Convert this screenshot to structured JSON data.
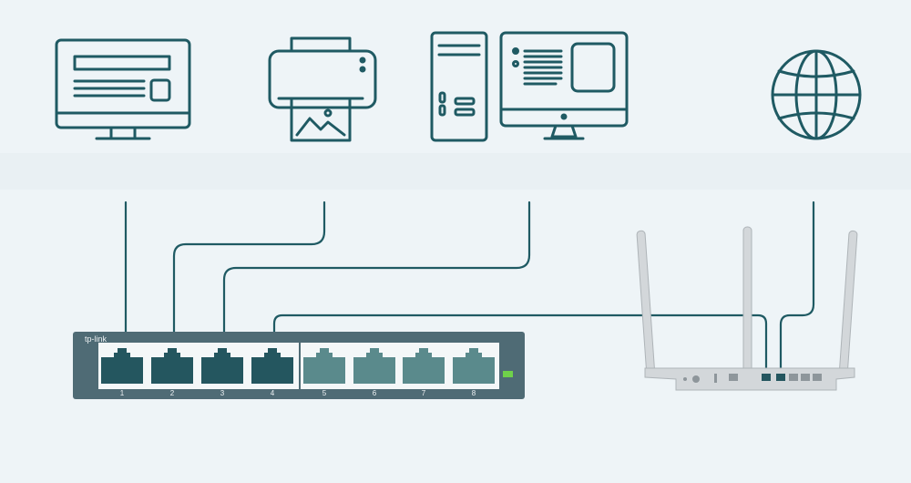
{
  "colors": {
    "background": "#eef4f7",
    "background_band": "#e9f0f3",
    "icon_stroke": "#1f5a63",
    "cable": "#1f5a63",
    "switch_body": "#4f6b75",
    "switch_panel": "#f4f7f8",
    "port_active": "#24565f",
    "port_idle": "#5a8a8c",
    "port_label": "#eef2f4",
    "led": "#6fd14a",
    "router": "#d3d7da",
    "router_outline": "#aeb4b8"
  },
  "devices": [
    {
      "name": "monitor",
      "icon": "monitor-icon"
    },
    {
      "name": "printer",
      "icon": "printer-icon"
    },
    {
      "name": "desktop-pc",
      "icon": "desktop-computer-icon"
    },
    {
      "name": "internet",
      "icon": "globe-icon"
    }
  ],
  "switch": {
    "brand": "tp-link",
    "ports": [
      {
        "label": "1",
        "connected": true
      },
      {
        "label": "2",
        "connected": true
      },
      {
        "label": "3",
        "connected": true
      },
      {
        "label": "4",
        "connected": true
      },
      {
        "label": "5",
        "connected": false
      },
      {
        "label": "6",
        "connected": false
      },
      {
        "label": "7",
        "connected": false
      },
      {
        "label": "8",
        "connected": false
      }
    ]
  },
  "router": {
    "name": "router",
    "antenna_count": 3,
    "lan_ports": 4
  }
}
